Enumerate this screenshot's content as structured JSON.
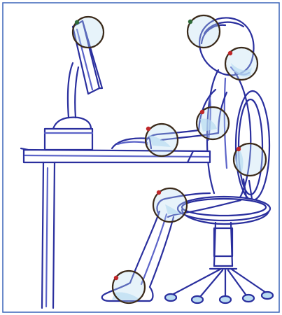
{
  "colors": {
    "frame": "#3a63b8",
    "ink": "#2a2f9e",
    "ink_light": "#5b63c8",
    "shade": "#b9dcf2",
    "marker_ring": "#3b2a1a",
    "dot_red": "#c0282a",
    "dot_green": "#2f6b3a",
    "background": "#ffffff"
  },
  "markers": [
    {
      "id": "monitor-top",
      "dot": "green"
    },
    {
      "id": "head",
      "dot": "green"
    },
    {
      "id": "neck",
      "dot": "red"
    },
    {
      "id": "elbow",
      "dot": "red"
    },
    {
      "id": "wrist",
      "dot": "red"
    },
    {
      "id": "lower-back",
      "dot": "red"
    },
    {
      "id": "knee",
      "dot": "red"
    },
    {
      "id": "ankle",
      "dot": "red"
    }
  ]
}
